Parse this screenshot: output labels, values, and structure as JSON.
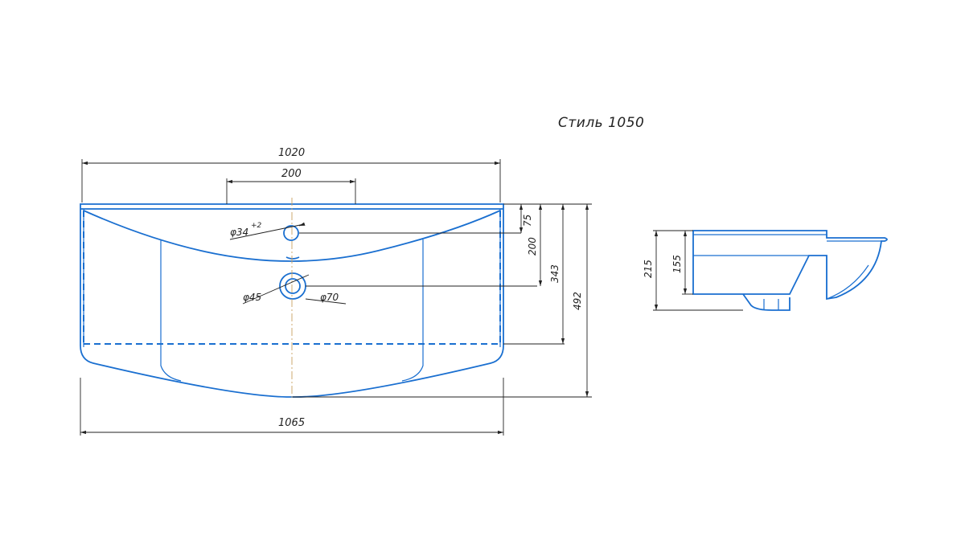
{
  "title": "Стиль 1050",
  "dimensions": {
    "overall_width_top": "1020",
    "faucet_span": "200",
    "overall_width_bottom": "1065",
    "faucet_hole_diameter": "φ34",
    "faucet_hole_tolerance": "+2",
    "drain_inner_diameter": "φ45",
    "drain_outer_diameter": "φ70",
    "depth_75": "75",
    "depth_200": "200",
    "depth_343": "343",
    "depth_492": "492",
    "side_height_215": "215",
    "side_height_155": "155"
  },
  "colors": {
    "outline": "#1a6fd0",
    "dimension": "#222222",
    "axis": "#c8a060"
  }
}
